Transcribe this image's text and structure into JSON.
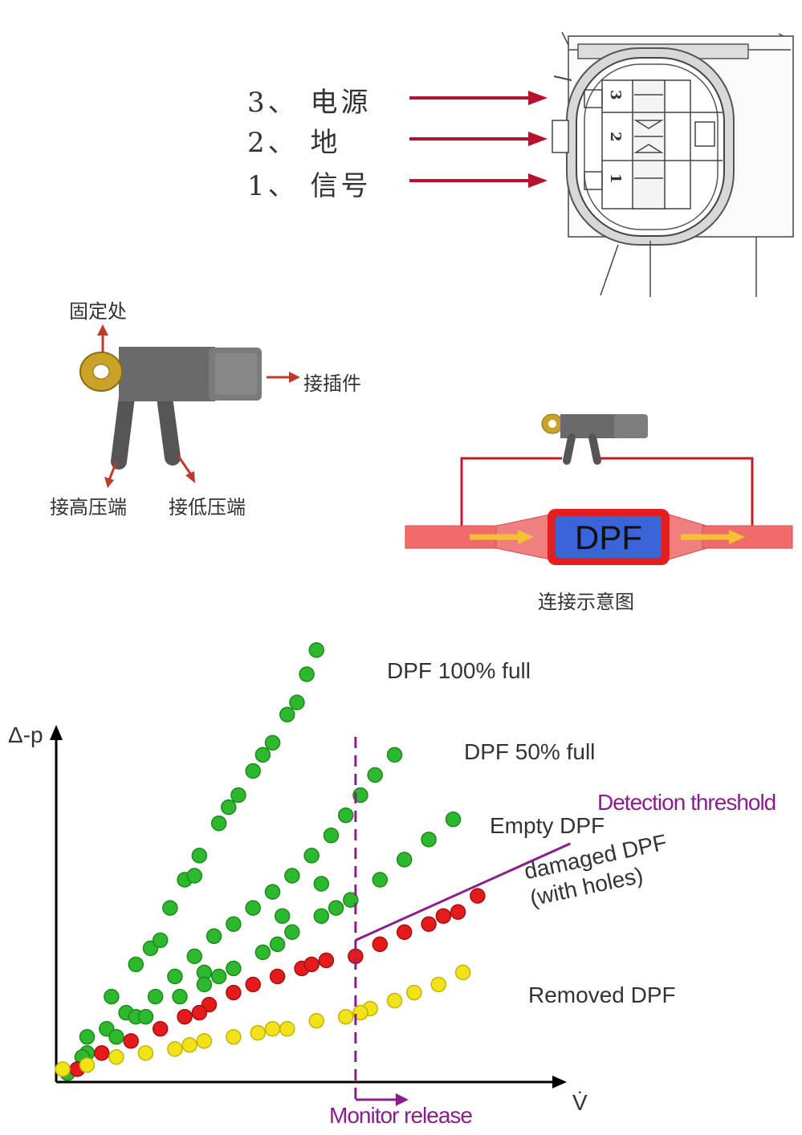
{
  "connector": {
    "pins": [
      {
        "label": "3、 电源",
        "num": "3"
      },
      {
        "label": "2、 地",
        "num": "2"
      },
      {
        "label": "1、 信号",
        "num": "1"
      }
    ],
    "arrow_color": "#b5122e"
  },
  "sensor": {
    "mount_label": "固定处",
    "plug_label": "接插件",
    "high_label": "接高压端",
    "low_label": "接低压端"
  },
  "connection": {
    "dpf_label": "DPF",
    "caption": "连接示意图"
  },
  "chart_data": {
    "type": "scatter",
    "title": "",
    "xlabel": "V̇",
    "ylabel": "Δ-p",
    "xlim": [
      0,
      10
    ],
    "ylim": [
      0,
      10
    ],
    "annotations": {
      "threshold": "Detection threshold",
      "monitor": "Monitor release"
    },
    "monitor_x": 6.1,
    "threshold_line": [
      [
        6.1,
        3.4
      ],
      [
        10.5,
        5.8
      ]
    ],
    "colors": {
      "green": "#2db92d",
      "red": "#e51b1b",
      "yellow": "#f2e318",
      "threshold": "#8a1f8c"
    },
    "series": [
      {
        "name": "DPF 100% full",
        "color": "green",
        "points": [
          [
            0.2,
            0.1
          ],
          [
            0.6,
            1.0
          ],
          [
            1.1,
            2.0
          ],
          [
            1.6,
            2.8
          ],
          [
            1.9,
            3.2
          ],
          [
            2.3,
            4.2
          ],
          [
            2.6,
            4.9
          ],
          [
            2.9,
            5.5
          ],
          [
            3.3,
            6.3
          ],
          [
            3.7,
            7.0
          ],
          [
            4.0,
            7.6
          ],
          [
            4.4,
            8.3
          ],
          [
            4.9,
            9.3
          ],
          [
            5.3,
            10.6
          ],
          [
            1.4,
            1.6
          ],
          [
            2.1,
            3.4
          ],
          [
            2.8,
            5.0
          ],
          [
            3.5,
            6.7
          ],
          [
            4.2,
            8.0
          ],
          [
            4.7,
            9.0
          ],
          [
            5.1,
            10.0
          ]
        ]
      },
      {
        "name": "DPF 50% full",
        "color": "green",
        "points": [
          [
            0.6,
            0.6
          ],
          [
            1.0,
            1.2
          ],
          [
            1.6,
            1.5
          ],
          [
            2.0,
            2.0
          ],
          [
            2.4,
            2.5
          ],
          [
            2.8,
            3.0
          ],
          [
            3.2,
            3.5
          ],
          [
            3.6,
            3.8
          ],
          [
            4.0,
            4.2
          ],
          [
            4.4,
            4.6
          ],
          [
            4.8,
            5.0
          ],
          [
            5.2,
            5.5
          ],
          [
            5.6,
            6.0
          ],
          [
            5.9,
            6.5
          ],
          [
            6.2,
            7.0
          ],
          [
            6.5,
            7.5
          ],
          [
            6.9,
            8.0
          ],
          [
            3.0,
            2.6
          ],
          [
            4.6,
            4.0
          ],
          [
            5.4,
            4.8
          ]
        ]
      },
      {
        "name": "Empty DPF",
        "color": "green",
        "points": [
          [
            0.5,
            0.5
          ],
          [
            1.2,
            1.0
          ],
          [
            1.8,
            1.5
          ],
          [
            2.5,
            2.0
          ],
          [
            3.0,
            2.3
          ],
          [
            3.6,
            2.7
          ],
          [
            4.2,
            3.1
          ],
          [
            4.8,
            3.6
          ],
          [
            5.4,
            4.0
          ],
          [
            6.0,
            4.4
          ],
          [
            6.6,
            4.9
          ],
          [
            7.1,
            5.4
          ],
          [
            7.6,
            5.9
          ],
          [
            8.1,
            6.4
          ],
          [
            3.3,
            2.5
          ],
          [
            4.5,
            3.3
          ],
          [
            5.7,
            4.2
          ]
        ]
      },
      {
        "name": "damaged DPF\n(with holes)",
        "color": "red",
        "points": [
          [
            0.4,
            0.2
          ],
          [
            0.9,
            0.6
          ],
          [
            1.5,
            0.9
          ],
          [
            2.1,
            1.2
          ],
          [
            2.6,
            1.5
          ],
          [
            3.1,
            1.8
          ],
          [
            3.6,
            2.1
          ],
          [
            4.0,
            2.3
          ],
          [
            4.5,
            2.5
          ],
          [
            5.0,
            2.7
          ],
          [
            5.5,
            2.9
          ],
          [
            6.1,
            3.0
          ],
          [
            6.6,
            3.3
          ],
          [
            7.1,
            3.6
          ],
          [
            7.6,
            3.8
          ],
          [
            8.2,
            4.1
          ],
          [
            8.6,
            4.5
          ],
          [
            2.9,
            1.6
          ],
          [
            5.2,
            2.8
          ],
          [
            7.9,
            4.0
          ]
        ]
      },
      {
        "name": "Removed DPF",
        "color": "yellow",
        "points": [
          [
            0.1,
            0.2
          ],
          [
            0.6,
            0.3
          ],
          [
            1.2,
            0.5
          ],
          [
            1.8,
            0.6
          ],
          [
            2.4,
            0.7
          ],
          [
            3.0,
            0.9
          ],
          [
            3.6,
            1.0
          ],
          [
            4.1,
            1.1
          ],
          [
            4.7,
            1.2
          ],
          [
            5.3,
            1.4
          ],
          [
            5.9,
            1.5
          ],
          [
            6.4,
            1.7
          ],
          [
            6.9,
            1.9
          ],
          [
            7.3,
            2.1
          ],
          [
            7.8,
            2.3
          ],
          [
            8.3,
            2.6
          ],
          [
            2.7,
            0.8
          ],
          [
            4.4,
            1.2
          ],
          [
            6.2,
            1.6
          ]
        ]
      }
    ]
  }
}
